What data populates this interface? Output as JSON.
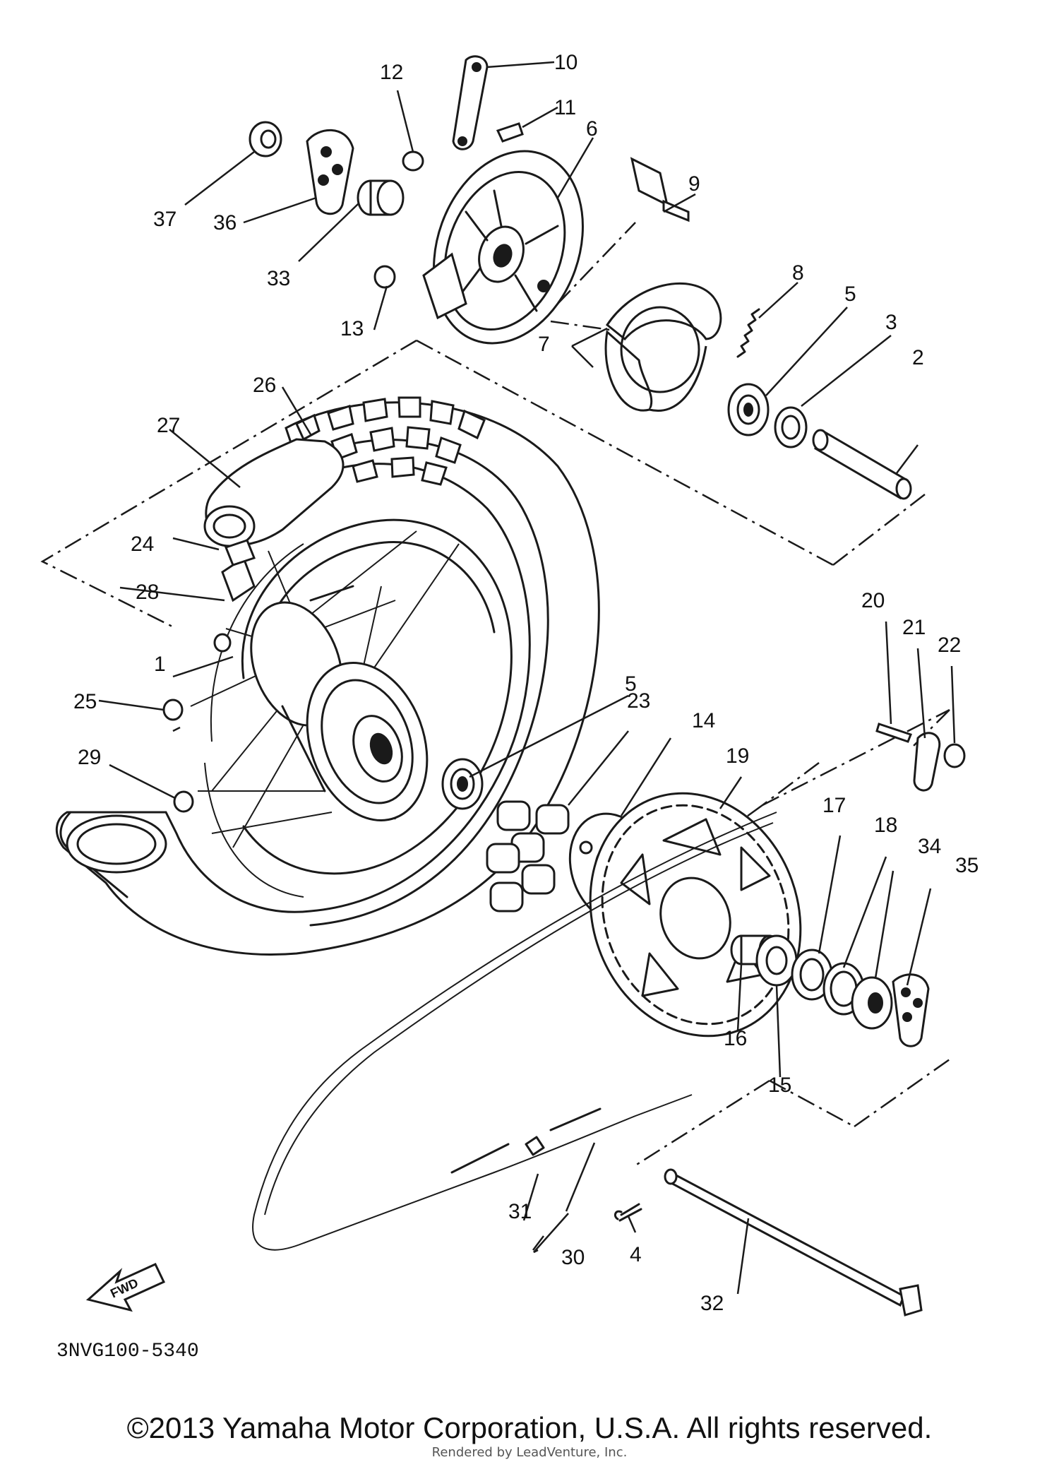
{
  "diagram_code": "3NVG100-5340",
  "fwd_label": "FWD",
  "copyright": "©2013 Yamaha Motor Corporation, U.S.A. All rights reserved.",
  "rendered_by": "Rendered by LeadVenture, Inc.",
  "callouts": [
    "1",
    "2",
    "3",
    "4",
    "5",
    "5",
    "6",
    "7",
    "8",
    "9",
    "10",
    "11",
    "12",
    "13",
    "14",
    "15",
    "16",
    "17",
    "18",
    "19",
    "20",
    "21",
    "22",
    "23",
    "24",
    "25",
    "26",
    "27",
    "28",
    "29",
    "30",
    "31",
    "32",
    "33",
    "34",
    "35",
    "36",
    "37"
  ]
}
